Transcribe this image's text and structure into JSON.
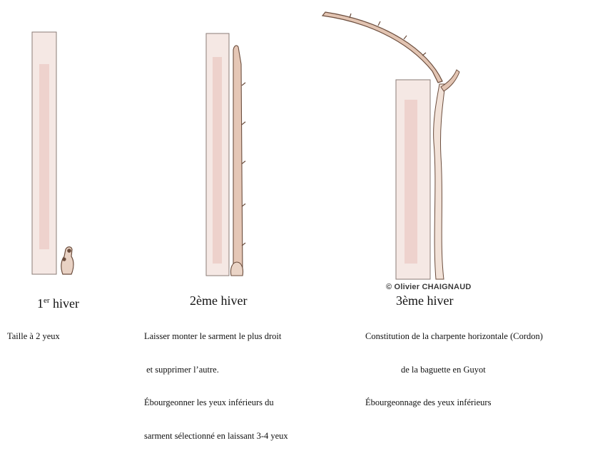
{
  "copyright": "© Olivier CHAIGNAUD",
  "panels": [
    {
      "title_main": "1",
      "title_sup": "er",
      "title_rest": " hiver",
      "caption": [
        "Taille à 2 yeux"
      ]
    },
    {
      "title": "2ème hiver",
      "caption": [
        "Laisser monter le sarment le plus droit",
        " et supprimer l’autre.",
        "Ébourgeonner les yeux inférieurs du",
        "sarment sélectionné en laissant 3-4 yeux"
      ]
    },
    {
      "title": "3ème hiver",
      "caption": [
        "Constitution de la charpente horizontale (Cordon)",
        "                de la baguette en Guyot",
        "Ébourgeonnage des yeux inférieurs"
      ]
    }
  ],
  "colors": {
    "stake_fill": "#f4e6e1",
    "stake_tint": "#e8bcb4",
    "vine_stroke": "#7a5a48",
    "vine_fill": "#e2c9b8"
  }
}
